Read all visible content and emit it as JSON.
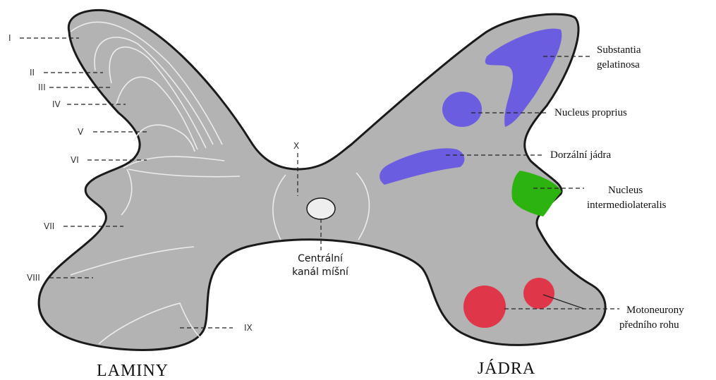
{
  "laminae": {
    "title": "LAMINY",
    "labels": [
      "I",
      "II",
      "III",
      "IV",
      "V",
      "VI",
      "VII",
      "VIII",
      "IX",
      "X"
    ]
  },
  "nuclei": {
    "title": "JÁDRA",
    "substantia_gelatinosa": [
      "Substantia",
      "gelatinosa"
    ],
    "nucleus_proprius": "Nucleus proprius",
    "dorsal_nuclei": "Dorzální jádra",
    "intermediolateral": [
      "Nucleus",
      "intermediolateralis"
    ],
    "motoneurons": [
      "Motoneurony",
      "předního rohu"
    ]
  },
  "central_canal": [
    "Centrální",
    "kanál míšní"
  ],
  "colors": {
    "gray_matter": "#b3b3b3",
    "outline": "#1a1a1a",
    "sensory_nuclei": "#6a5de0",
    "autonomic_nucleus": "#2db30f",
    "motor_nuclei": "#e0364a",
    "central_canal": "#eeeeee"
  }
}
